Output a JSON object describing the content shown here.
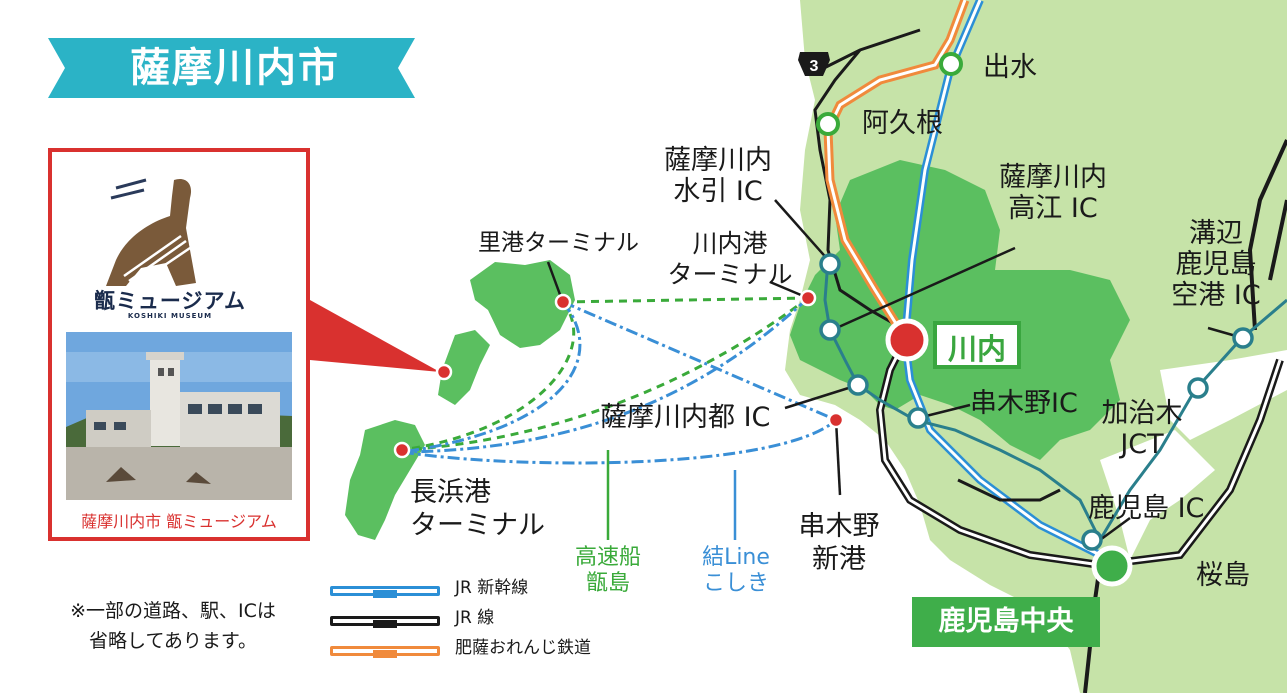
{
  "title": "薩摩川内市",
  "colors": {
    "title_banner": "#2bb3c6",
    "land": "#c6e3a8",
    "city_area": "#5bbf60",
    "shinkansen": "#2b8fd6",
    "jr_line": "#1a1a1a",
    "orenji_railway": "#f08a3c",
    "highway_station": "#2a7f8c",
    "ferry_highspeed": "#3aaa3a",
    "ferry_line": "#3a8fd6",
    "callout_red": "#d9312f"
  },
  "route_shield": "3",
  "places": {
    "izumi": "出水",
    "akune": "阿久根",
    "sendai_station": "川内",
    "satsumasendai_mizuhiki_ic": "薩摩川内\n水引 IC",
    "satsumasendai_takae_ic": "薩摩川内\n高江 IC",
    "sendai_port": "川内港\nターミナル",
    "satoko_terminal": "里港ターミナル",
    "mizobe_airport_ic": "溝辺\n鹿児島\n空港 IC",
    "satsumasendai_to_ic": "薩摩川内都 IC",
    "kushikino_ic": "串木野IC",
    "kajiki_jct": "加治木\nJCT",
    "nagahama_terminal": "長浜港\nターミナル",
    "kushikino_port": "串木野\n新港",
    "kagoshima_ic": "鹿児島 IC",
    "sakurajima": "桜島",
    "kagoshima_chuo": "鹿児島中央"
  },
  "ferries": {
    "highspeed": "高速船\n甑島",
    "line": "結Line\nこしき"
  },
  "legend": [
    {
      "label": "JR 新幹線",
      "kind": "shinkansen"
    },
    {
      "label": "JR 線",
      "kind": "jr"
    },
    {
      "label": "肥薩おれんじ鉄道",
      "kind": "orenji"
    }
  ],
  "note": "※一部の道路、駅、ICは\n省略してあります。",
  "museum": {
    "logo_text": "甑ミュージアム",
    "logo_sub": "KOSHIKI MUSEUM",
    "caption": "薩摩川内市 甑ミュージアム"
  }
}
